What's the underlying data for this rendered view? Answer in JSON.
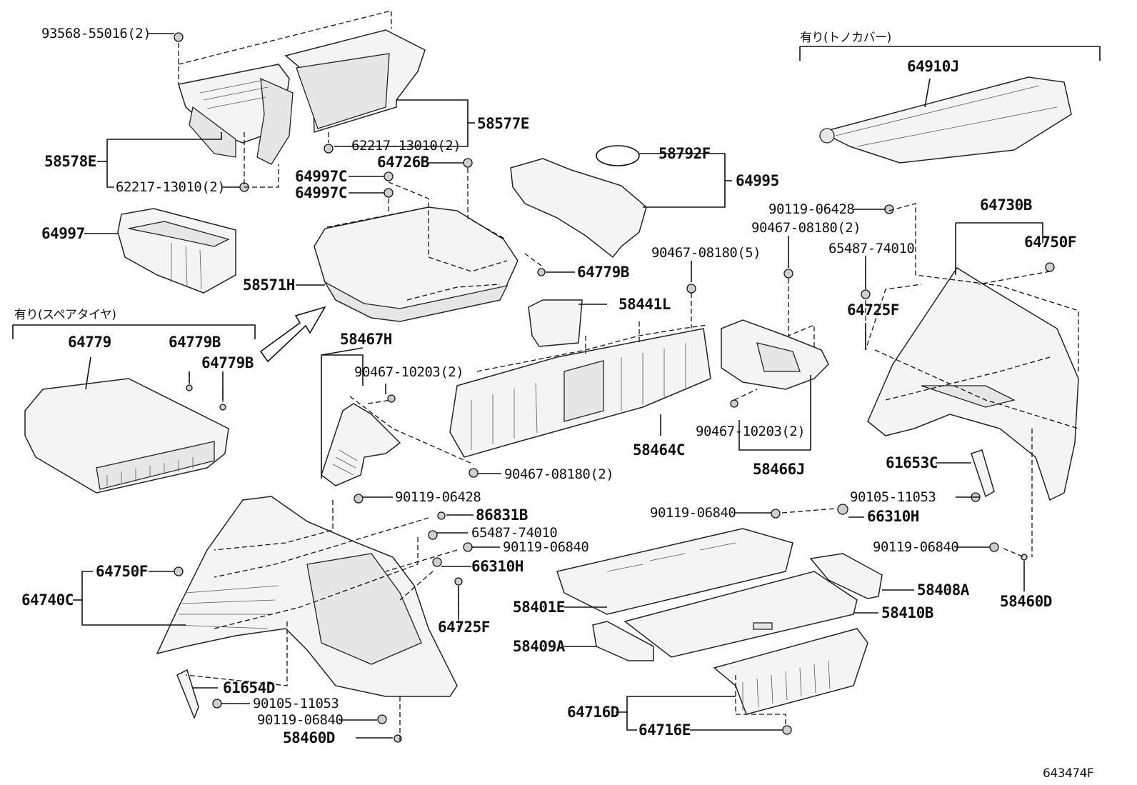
{
  "labels": {
    "p93568_55016": "93568-55016(2)",
    "p58577E": "58577E",
    "p62217_13010_a": "62217-13010(2)",
    "p58578E": "58578E",
    "p62217_13010_b": "62217-13010(2)",
    "p64726B": "64726B",
    "p64997C_a": "64997C",
    "p64997C_b": "64997C",
    "p58792F": "58792F",
    "p64995": "64995",
    "p64997": "64997",
    "p58571H": "58571H",
    "p64779B_top": "64779B",
    "spare_tire_option": "有り(スペアタイヤ)",
    "p64779": "64779",
    "p64779B_a": "64779B",
    "p64779B_b": "64779B",
    "tonneau_option": "有り(トノカバー)",
    "p64910J": "64910J",
    "p90119_06428_right": "90119-06428",
    "p64730B": "64730B",
    "p90467_08180_2_right": "90467-08180(2)",
    "p90467_08180_5": "90467-08180(5)",
    "p65487_74010_right": "65487-74010",
    "p64750F_right": "64750F",
    "p58441L": "58441L",
    "p64725F_right": "64725F",
    "p58467H": "58467H",
    "p90467_10203_left": "90467-10203(2)",
    "p90467_10203_right": "90467-10203(2)",
    "p58464C": "58464C",
    "p58466J": "58466J",
    "p90467_08180_2_mid": "90467-08180(2)",
    "p61653C": "61653C",
    "p90119_06428_left": "90119-06428",
    "p86831B": "86831B",
    "p90105_11053_right": "90105-11053",
    "p90119_06840_mid": "90119-06840",
    "p66310H_right": "66310H",
    "p65487_74010_left": "65487-74010",
    "p90119_06840_left_top": "90119-06840",
    "p64750F_left": "64750F",
    "p66310H_left": "66310H",
    "p64740C": "64740C",
    "p64725F_left": "64725F",
    "p90119_06840_right": "90119-06840",
    "p58408A": "58408A",
    "p58401E": "58401E",
    "p58460D_right": "58460D",
    "p58410B": "58410B",
    "p58409A": "58409A",
    "p61654D": "61654D",
    "p90105_11053_left": "90105-11053",
    "p90119_06840_left_bot": "90119-06840",
    "p58460D_left": "58460D",
    "p64716D": "64716D",
    "p64716E": "64716E",
    "diagram_code": "643474F"
  }
}
